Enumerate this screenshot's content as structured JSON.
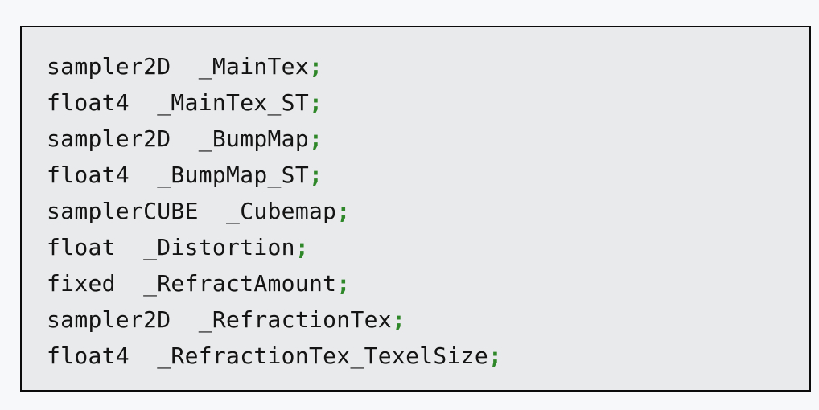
{
  "colors": {
    "page_background": "#f7f8fa",
    "box_background": "#e9eaeb",
    "box_border": "#0b0b0b",
    "text": "#141414",
    "semicolon": "#2e8728"
  },
  "code_block": {
    "lines": [
      {
        "declaration": "sampler2D  _MainTex",
        "terminator": ";"
      },
      {
        "declaration": "float4  _MainTex_ST",
        "terminator": ";"
      },
      {
        "declaration": "sampler2D  _BumpMap",
        "terminator": ";"
      },
      {
        "declaration": "float4  _BumpMap_ST",
        "terminator": ";"
      },
      {
        "declaration": "samplerCUBE  _Cubemap",
        "terminator": ";"
      },
      {
        "declaration": "float  _Distortion",
        "terminator": ";"
      },
      {
        "declaration": "fixed  _RefractAmount",
        "terminator": ";"
      },
      {
        "declaration": "sampler2D  _RefractionTex",
        "terminator": ";"
      },
      {
        "declaration": "float4  _RefractionTex_TexelSize",
        "terminator": ";"
      }
    ]
  }
}
